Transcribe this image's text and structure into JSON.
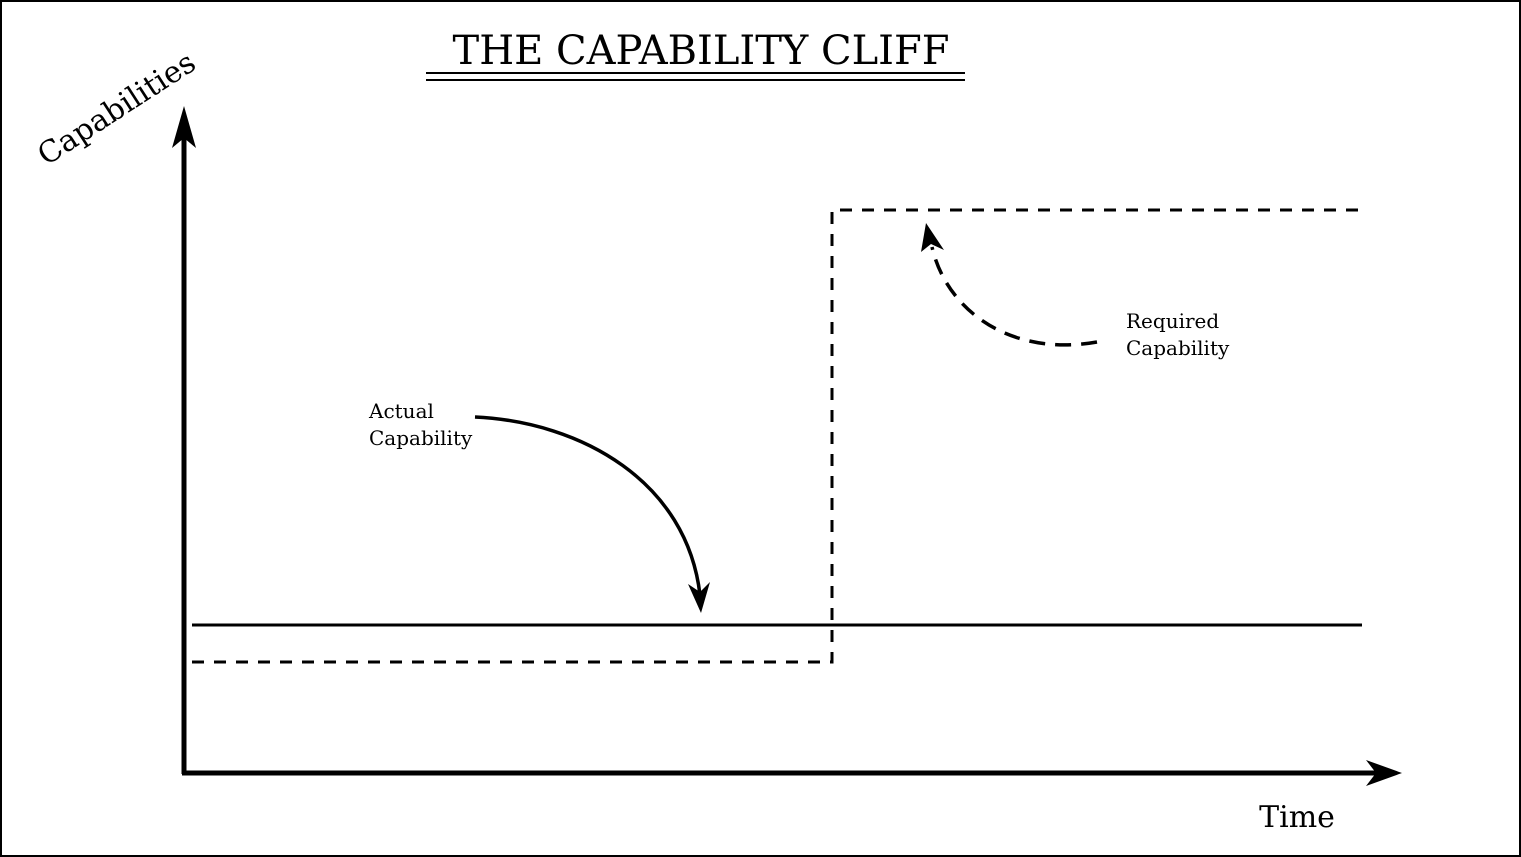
{
  "title": "THE CAPABILITY CLIFF",
  "axes": {
    "y_label": "Capabilities",
    "x_label": "Time"
  },
  "annotations": {
    "actual": {
      "line1": "Actual",
      "line2": "Capability"
    },
    "required": {
      "line1": "Required",
      "line2": "Capability"
    }
  },
  "series": {
    "actual_capability": {
      "style": "solid",
      "shape": "flat"
    },
    "required_capability": {
      "style": "dashed",
      "shape": "step-up"
    }
  },
  "colors": {
    "ink": "#000000",
    "background": "#ffffff"
  }
}
